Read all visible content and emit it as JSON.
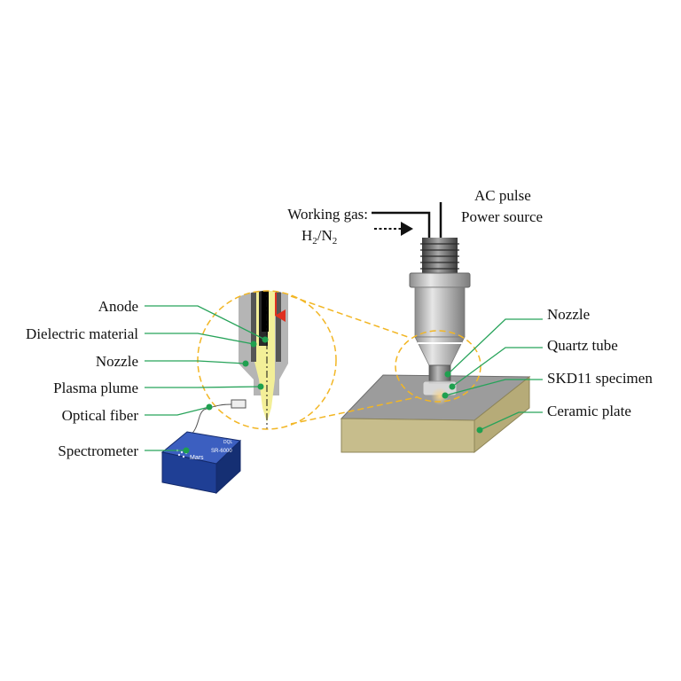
{
  "labels": {
    "ac_pulse": "AC pulse",
    "power_source": "Power source",
    "working_gas": "Working gas:",
    "gas_h": "H",
    "gas_sub1": "2",
    "gas_slash_n": "/N",
    "gas_sub2": "2",
    "anode": "Anode",
    "dielectric": "Dielectric material",
    "nozzle_left": "Nozzle",
    "plasma_plume": "Plasma plume",
    "optical_fiber": "Optical fiber",
    "spectrometer": "Spectrometer",
    "nozzle_right": "Nozzle",
    "quartz_tube": "Quartz tube",
    "specimen": "SKD11 specimen",
    "ceramic_plate": "Ceramic plate"
  },
  "spectrometer_device": {
    "brand": "Mars",
    "model": "SR-6000",
    "logo": "DQL"
  },
  "colors": {
    "leader": "#27a35a",
    "dot": "#1fa04f",
    "zoom_outline": "#f2b624",
    "plasma_plume": "#f3ef98",
    "flow_arrow": "#e03020",
    "nozzle_metal": "#b5b5b5",
    "ceramic_top": "#9c9c9c",
    "ceramic_side": "#c7bd8c",
    "spectrometer_body": "#1f3f95"
  }
}
